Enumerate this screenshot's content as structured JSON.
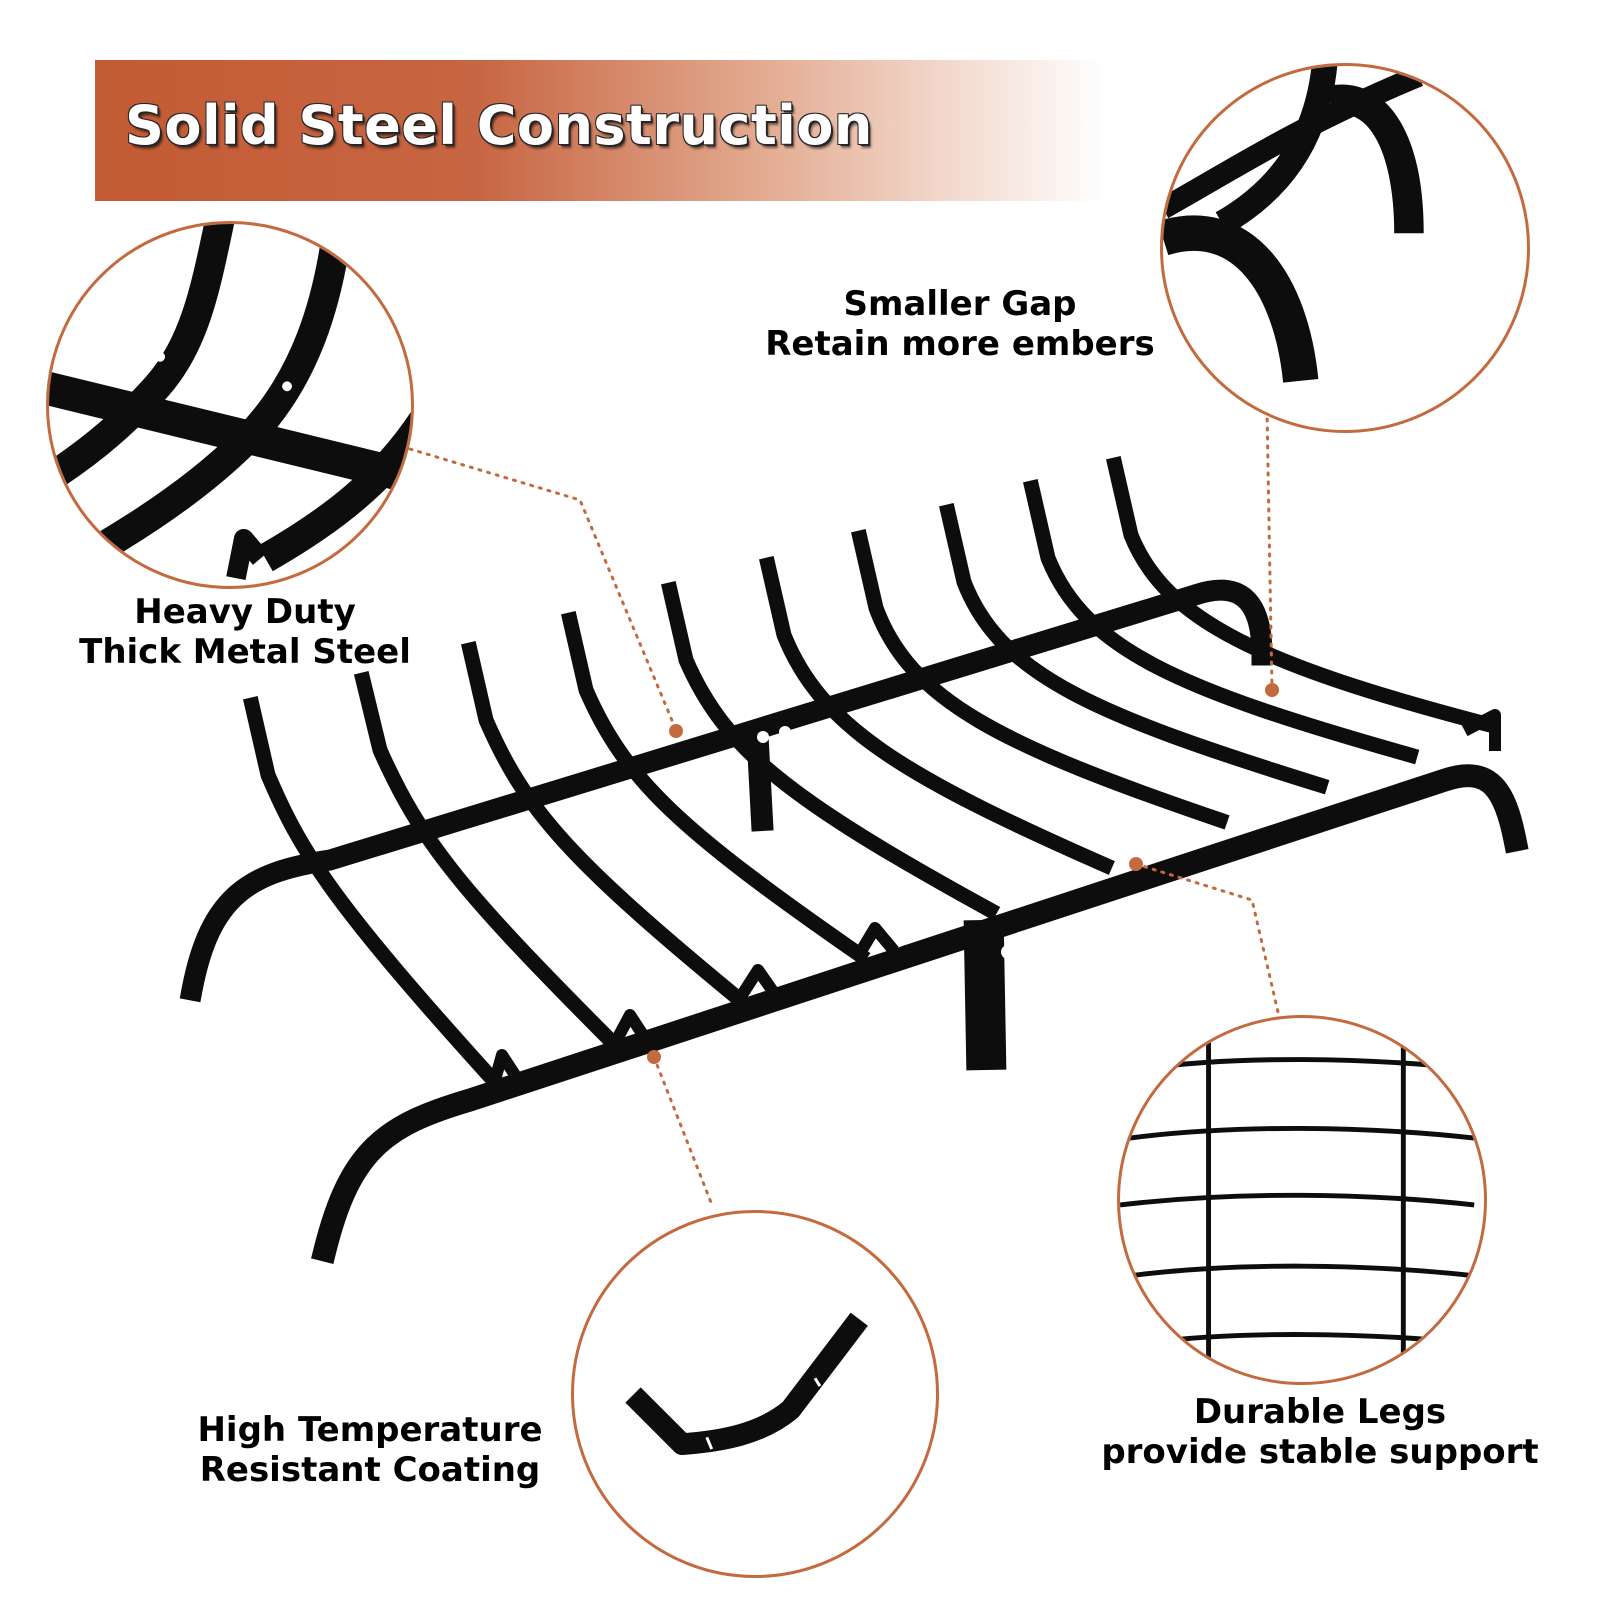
{
  "banner": {
    "title": "Solid Steel Construction",
    "colors": {
      "start": "#c35b34",
      "end": "#ffffff"
    }
  },
  "callouts": {
    "heavy_duty": {
      "line1": "Heavy Duty",
      "line2": "Thick Metal Steel"
    },
    "smaller_gap": {
      "line1": "Smaller Gap",
      "line2": "Retain more embers"
    },
    "coating": {
      "line1": "High Temperature",
      "line2": "Resistant Coating"
    },
    "legs": {
      "line1": "Durable Legs",
      "line2": "provide stable support"
    }
  },
  "colors": {
    "accent": "#c36a3f",
    "steel": "#0d0d0d",
    "text": "#000000"
  }
}
